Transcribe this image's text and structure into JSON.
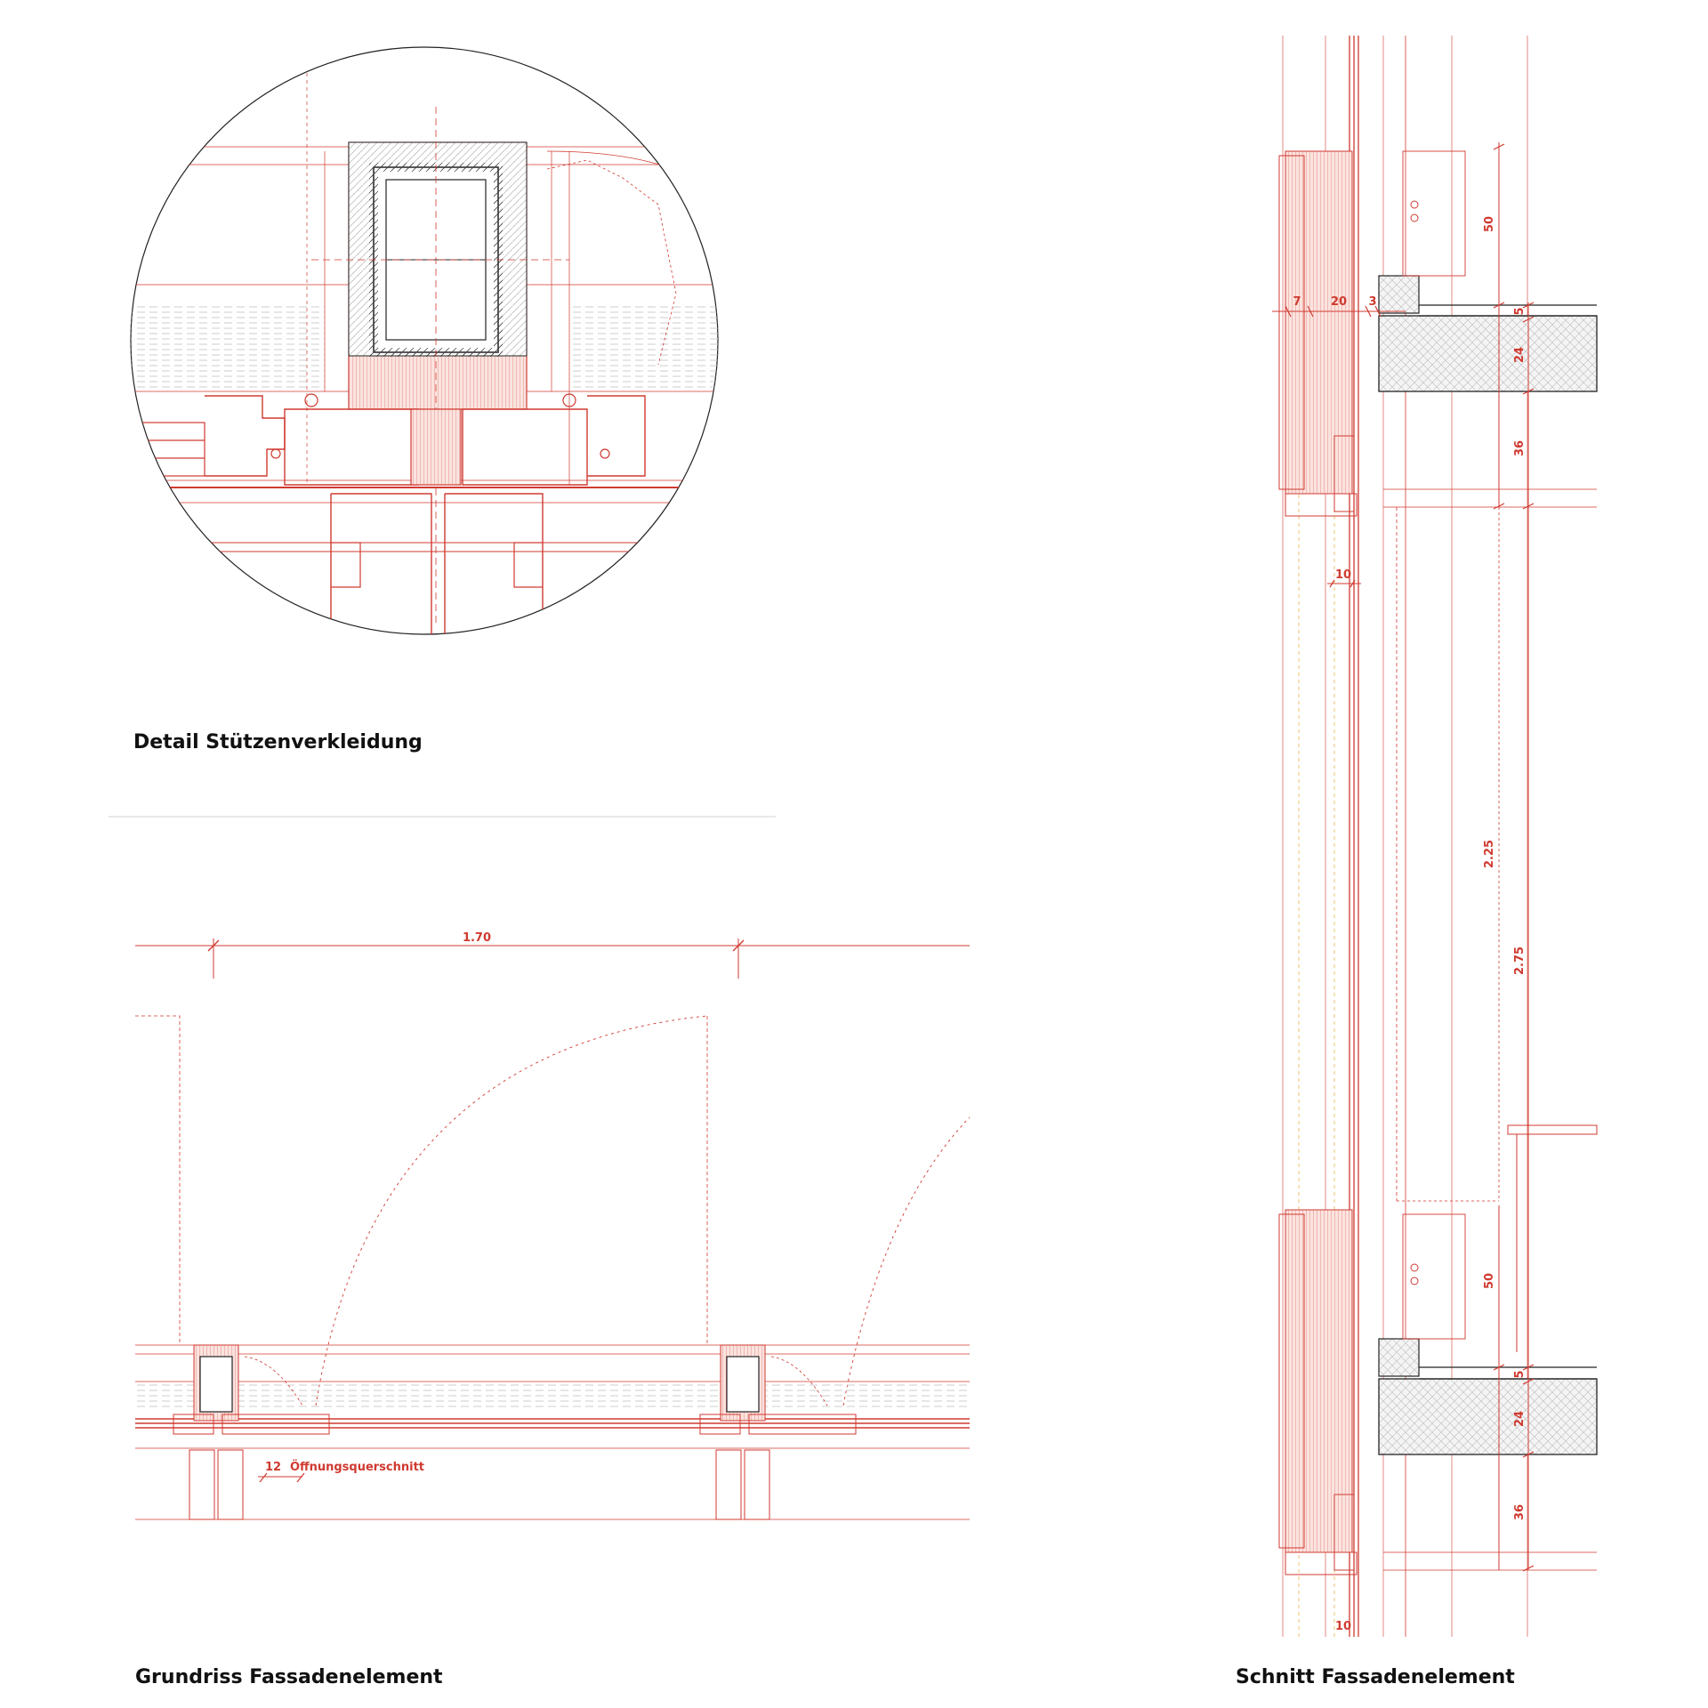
{
  "colors": {
    "line": "#d03a30",
    "line_light": "#e89a92",
    "hatch": "#f2b8b0",
    "yellow": "#e8b84a",
    "black": "#222222",
    "rule": "#dcdcdc",
    "caption": "#111111"
  },
  "captions": {
    "detail": "Detail Stützenverkleidung",
    "plan": "Grundriss Fassadenelement",
    "section": "Schnitt Fassadenelement"
  },
  "plan_dims": {
    "width": "1.70",
    "opening": "12",
    "opening_label": "Öffnungsquerschnitt"
  },
  "section_dims": {
    "d7": "7",
    "d20": "20",
    "d3": "3",
    "d10": "10",
    "d50a": "50",
    "d5a": "5",
    "d24a": "24",
    "d36a": "36",
    "d225": "2.25",
    "d275": "2.75",
    "d50b": "50",
    "d5b": "5",
    "d24b": "24",
    "d36b": "36",
    "d10b": "10"
  }
}
